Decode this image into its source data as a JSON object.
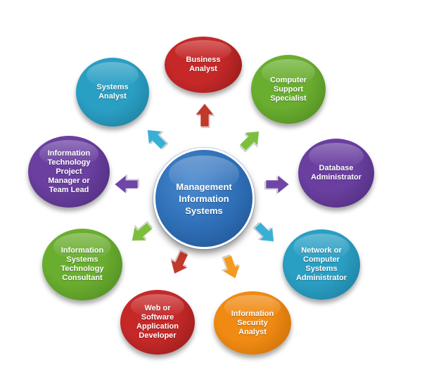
{
  "center": {
    "label": "Management\nInformation\nSystems",
    "color": "#2f6fb7",
    "color_dark": "#1d4f8c"
  },
  "nodes": [
    {
      "id": "business-analyst",
      "label": "Business\nAnalyst",
      "color": "#c62828",
      "color_dark": "#8e1a1a",
      "arrow_color": "#c0392b"
    },
    {
      "id": "computer-support-specialist",
      "label": "Computer\nSupport\nSpecialist",
      "color": "#6aae2f",
      "color_dark": "#4b8420",
      "arrow_color": "#7cbf3f"
    },
    {
      "id": "database-administrator",
      "label": "Database\nAdministrator",
      "color": "#6a3fa0",
      "color_dark": "#4a2a75",
      "arrow_color": "#6f45a8"
    },
    {
      "id": "network-or-computer-systems-administrator",
      "label": "Network or\nComputer\nSystems\nAdministrator",
      "color": "#2a9fc4",
      "color_dark": "#1c7896",
      "arrow_color": "#3aafd4"
    },
    {
      "id": "information-security-analyst",
      "label": "Information\nSecurity\nAnalyst",
      "color": "#f08a12",
      "color_dark": "#c46a08",
      "arrow_color": "#f39a1f"
    },
    {
      "id": "web-or-software-application-developer",
      "label": "Web or\nSoftware\nApplication\nDeveloper",
      "color": "#c62828",
      "color_dark": "#8e1a1a",
      "arrow_color": "#c0392b"
    },
    {
      "id": "information-systems-technology-consultant",
      "label": "Information\nSystems\nTechnology\nConsultant",
      "color": "#6aae2f",
      "color_dark": "#4b8420",
      "arrow_color": "#7cbf3f"
    },
    {
      "id": "information-technology-project-manager-or-team-lead",
      "label": "Information\nTechnology\nProject\nManager or\nTeam Lead",
      "color": "#6a3fa0",
      "color_dark": "#4a2a75",
      "arrow_color": "#6f45a8"
    },
    {
      "id": "systems-analyst",
      "label": "Systems\nAnalyst",
      "color": "#2a9fc4",
      "color_dark": "#1c7896",
      "arrow_color": "#3aafd4"
    }
  ]
}
